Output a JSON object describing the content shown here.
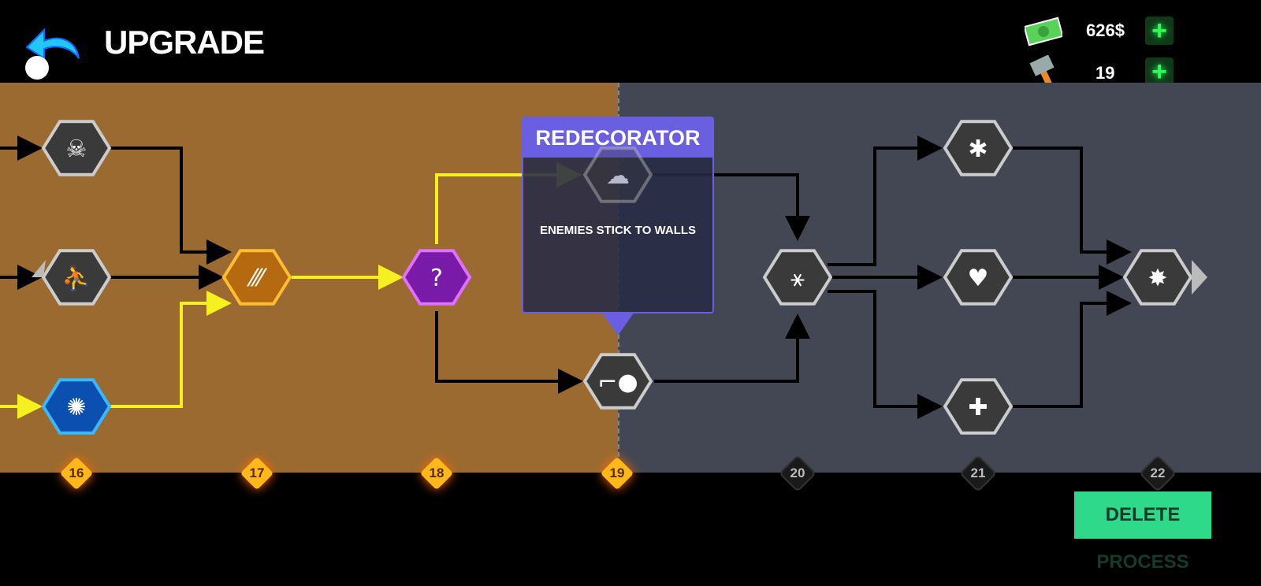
{
  "header": {
    "title": "UPGRADE",
    "back_icon": "back-arrow-icon"
  },
  "resources": {
    "money": "626$",
    "hammers": "19"
  },
  "tooltip": {
    "title": "REDECORATOR",
    "description": "ENEMIES STICK TO WALLS"
  },
  "levels": [
    {
      "n": "16",
      "unlocked": true
    },
    {
      "n": "17",
      "unlocked": true
    },
    {
      "n": "18",
      "unlocked": true
    },
    {
      "n": "19",
      "unlocked": true
    },
    {
      "n": "20",
      "unlocked": false
    },
    {
      "n": "21",
      "unlocked": false
    },
    {
      "n": "22",
      "unlocked": false
    }
  ],
  "nodes": [
    {
      "id": "skull",
      "level": "16",
      "state": "locked"
    },
    {
      "id": "crawl",
      "level": "16",
      "state": "locked"
    },
    {
      "id": "brain-explode",
      "level": "16",
      "state": "selected-blue"
    },
    {
      "id": "bullets",
      "level": "17",
      "state": "selected-gold"
    },
    {
      "id": "mystery-book",
      "level": "18",
      "state": "selected-purple"
    },
    {
      "id": "redecorator",
      "level": "19",
      "state": "locked"
    },
    {
      "id": "gun-ball",
      "level": "19",
      "state": "locked"
    },
    {
      "id": "slip",
      "level": "20",
      "state": "locked"
    },
    {
      "id": "multi-arm",
      "level": "21",
      "state": "locked"
    },
    {
      "id": "heart-plus",
      "level": "21",
      "state": "locked"
    },
    {
      "id": "medkit",
      "level": "21",
      "state": "locked"
    },
    {
      "id": "explosion-skull",
      "level": "22",
      "state": "locked"
    }
  ],
  "colors": {
    "brown": "#9a6a30",
    "grey": "#424753",
    "accent": "#6a5fe0",
    "path": "#f5f020"
  },
  "actions": {
    "delete": "DELETE PROCESS"
  }
}
